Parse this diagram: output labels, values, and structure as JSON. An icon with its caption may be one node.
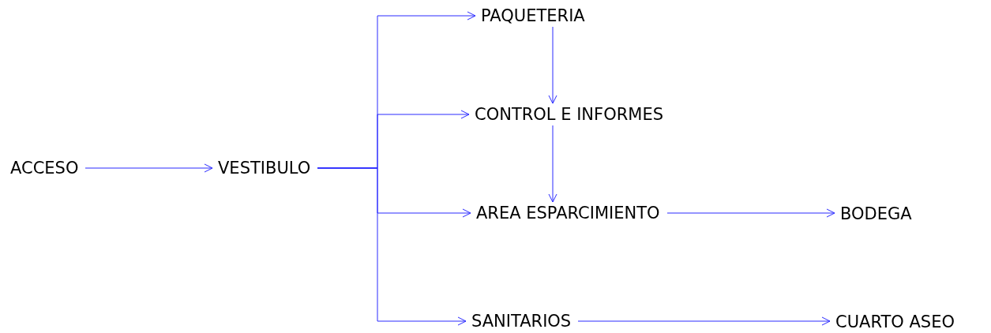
{
  "diagram": {
    "nodes": [
      {
        "text": [
          "ACCESO"
        ]
      },
      {
        "text": [
          "VESTIBULO"
        ]
      },
      {
        "text": [
          "PAQUETERIA"
        ]
      },
      {
        "text": [
          "CONTROL E INFORMES"
        ]
      },
      {
        "text": [
          "AREA ESPARCIMIENTO"
        ]
      },
      {
        "text": [
          "BODEGA"
        ]
      },
      {
        "text": [
          "SANITARIOS"
        ]
      },
      {
        "text": [
          "CUARTO ASEO"
        ]
      }
    ],
    "edges": [
      {
        "from": 0,
        "to": 1,
        "arrow": "to"
      },
      {
        "from": 1,
        "to": 2,
        "arrow": "to"
      },
      {
        "from": 1,
        "to": 3,
        "arrow": "to"
      },
      {
        "from": 1,
        "to": 4,
        "arrow": "to"
      },
      {
        "from": 1,
        "to": 6,
        "arrow": "to"
      },
      {
        "from": 2,
        "to": 3,
        "arrow": "to"
      },
      {
        "from": 3,
        "to": 4,
        "arrow": "to"
      },
      {
        "from": 4,
        "to": 5,
        "arrow": "to"
      },
      {
        "from": 6,
        "to": 7,
        "arrow": "to"
      }
    ]
  }
}
